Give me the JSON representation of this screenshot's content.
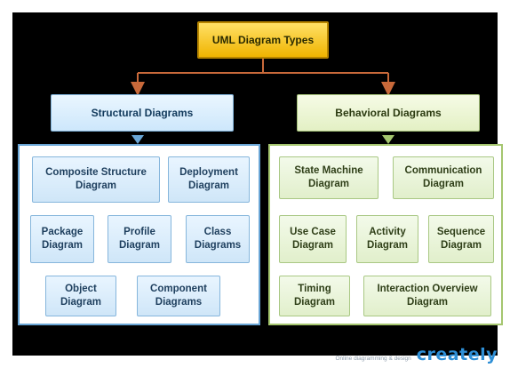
{
  "diagram": {
    "title": "UML Diagram Types",
    "structural": {
      "label": "Structural Diagrams",
      "items": [
        "Composite Structure Diagram",
        "Deployment Diagram",
        "Package Diagram",
        "Profile Diagram",
        "Class Diagrams",
        "Object Diagram",
        "Component Diagrams"
      ]
    },
    "behavioral": {
      "label": "Behavioral Diagrams",
      "items": [
        "State Machine Diagram",
        "Communication Diagram",
        "Use Case Diagram",
        "Activity Diagram",
        "Sequence Diagram",
        "Timing Diagram",
        "Interaction Overview Diagram"
      ]
    }
  },
  "footer": {
    "tagline": "Online diagramming & design",
    "brand": "creately"
  },
  "colors": {
    "background": "#000000",
    "connector": "#c8693a",
    "root_fill": "#f4c20d",
    "structural_accent": "#6aa6d6",
    "behavioral_accent": "#a5c66f"
  }
}
